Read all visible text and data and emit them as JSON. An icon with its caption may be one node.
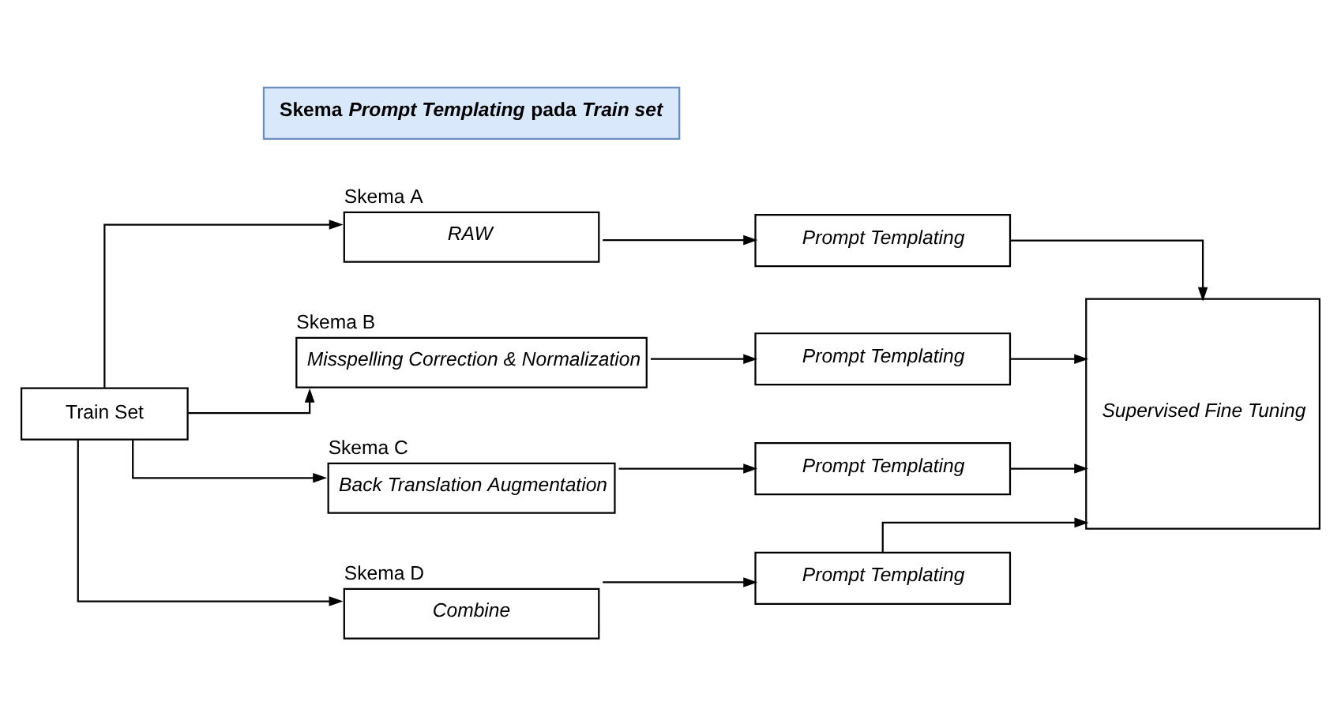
{
  "diagram": {
    "nodes": [
      {
        "text": [
          "Skema *Prompt Templating* pada *Train set*"
        ]
      },
      {
        "text": [
          "Train Set"
        ]
      },
      {
        "text": [
          "RAW"
        ],
        "beside": [
          "Skema A"
        ]
      },
      {
        "text": [
          "Misspelling Correction & Normalization"
        ],
        "beside": [
          "Skema B"
        ]
      },
      {
        "text": [
          "Back Translation Augmentation"
        ],
        "beside": [
          "Skema C"
        ]
      },
      {
        "text": [
          "Combine"
        ],
        "beside": [
          "Skema D"
        ]
      },
      {
        "text": [
          "Prompt Templating"
        ]
      },
      {
        "text": [
          "Prompt Templating"
        ]
      },
      {
        "text": [
          "Prompt Templating"
        ]
      },
      {
        "text": [
          "Prompt Templating"
        ]
      },
      {
        "text": [
          "Supervised Fine Tuning"
        ]
      }
    ],
    "edges": [
      {
        "from": 1,
        "to": 2,
        "arrow": "to"
      },
      {
        "from": 1,
        "to": 3,
        "arrow": "to"
      },
      {
        "from": 1,
        "to": 4,
        "arrow": "to"
      },
      {
        "from": 1,
        "to": 5,
        "arrow": "to"
      },
      {
        "from": 2,
        "to": 6,
        "arrow": "to"
      },
      {
        "from": 3,
        "to": 7,
        "arrow": "to"
      },
      {
        "from": 4,
        "to": 8,
        "arrow": "to"
      },
      {
        "from": 5,
        "to": 9,
        "arrow": "to"
      },
      {
        "from": 6,
        "to": 10,
        "arrow": "to"
      },
      {
        "from": 7,
        "to": 10,
        "arrow": "to"
      },
      {
        "from": 8,
        "to": 10,
        "arrow": "to"
      },
      {
        "from": 9,
        "to": 10,
        "arrow": "to"
      }
    ]
  }
}
